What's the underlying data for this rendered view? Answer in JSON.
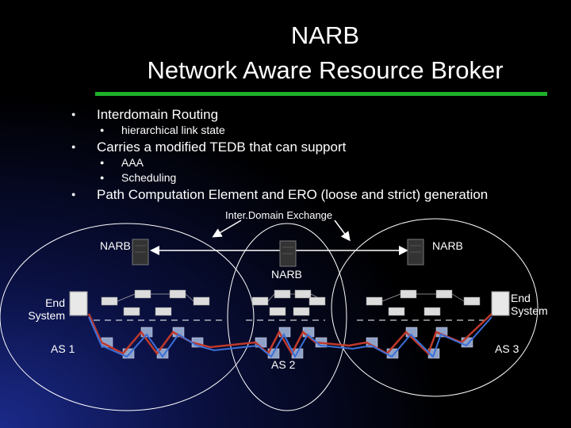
{
  "title": {
    "line1": "NARB",
    "line2": "Network Aware Resource Broker"
  },
  "bullets": [
    {
      "text": "Interdomain Routing",
      "sub": [
        "hierarchical link state"
      ]
    },
    {
      "text": "Carries a modified TEDB that can support",
      "sub": [
        "AAA",
        "Scheduling"
      ]
    },
    {
      "text": "Path Computation Element and ERO (loose and strict) generation",
      "sub": []
    }
  ],
  "diagram": {
    "exchange_label": "Inter.Domain Exchange",
    "narb_label": "NARB",
    "end_system_label": "End System",
    "domains": [
      "AS 1",
      "AS 2",
      "AS 3"
    ]
  },
  "colors": {
    "background": "#000000",
    "accent_rule": "#1fb02a",
    "path_red": "#c0392b",
    "path_blue": "#3b6fd8",
    "text": "#ffffff"
  }
}
